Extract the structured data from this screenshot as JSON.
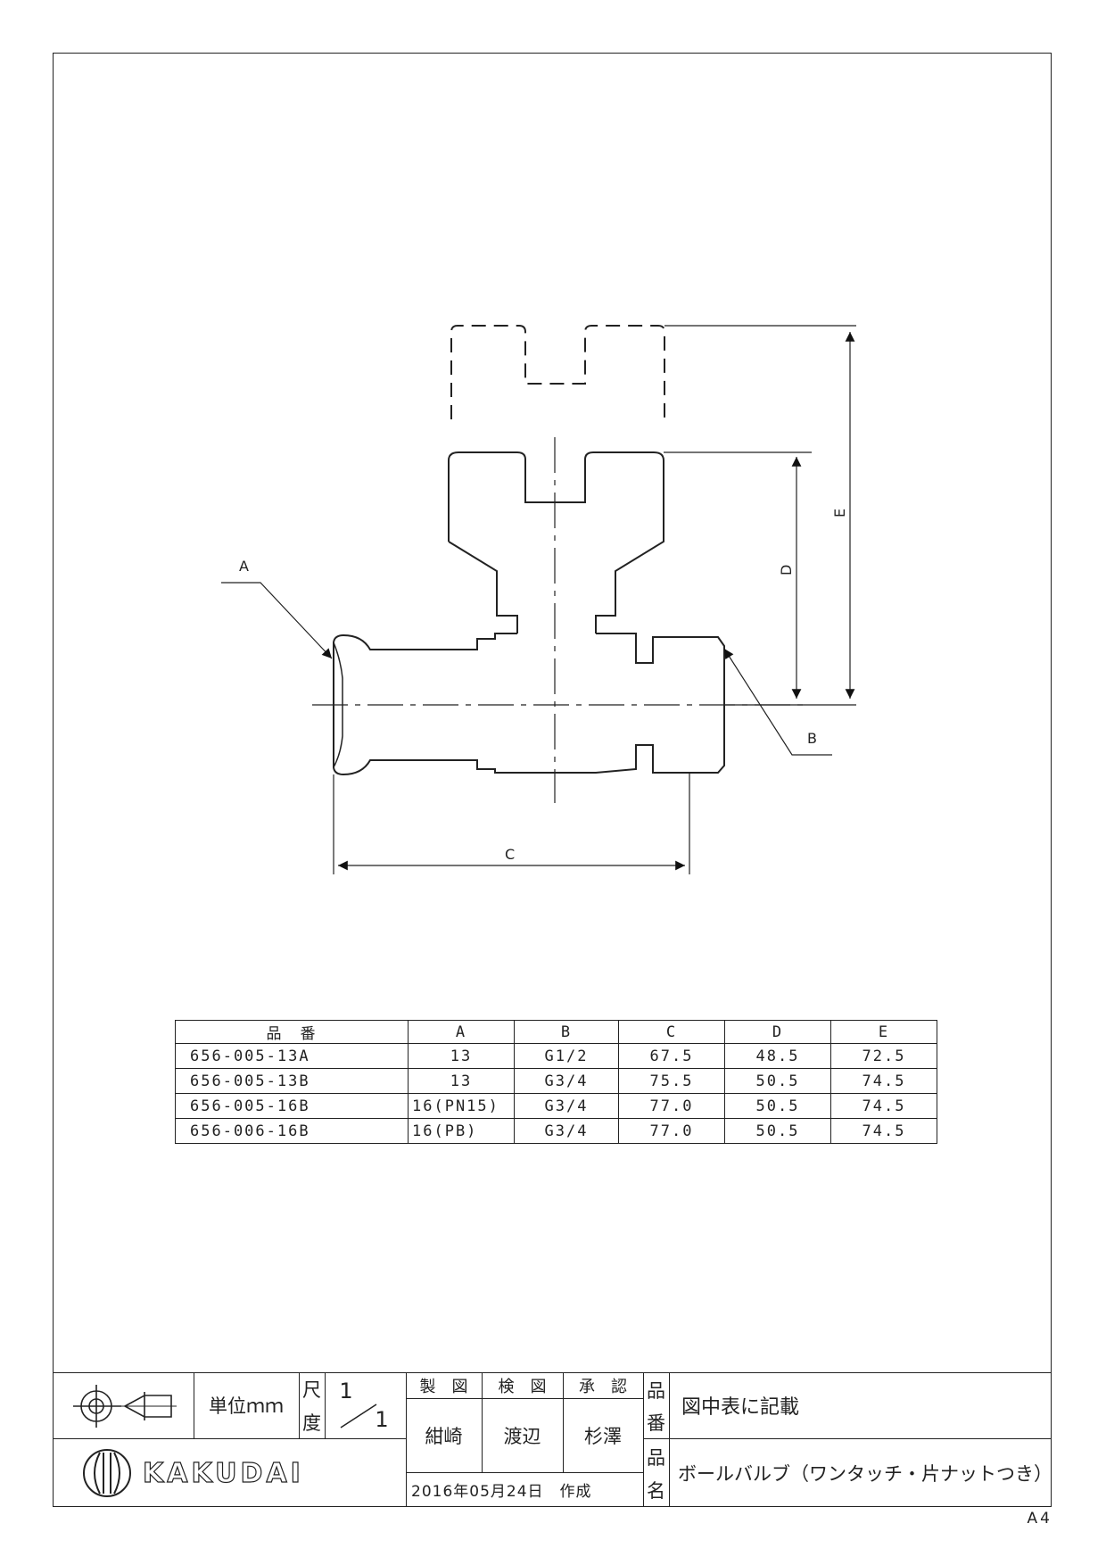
{
  "dimension_labels": {
    "a": "A",
    "b": "B",
    "c": "C",
    "d": "D",
    "e": "E"
  },
  "table": {
    "headers": [
      "品　番",
      "A",
      "B",
      "C",
      "D",
      "E"
    ],
    "rows": [
      [
        "656-005-13A",
        "13",
        "G1/2",
        "67.5",
        "48.5",
        "72.5"
      ],
      [
        "656-005-13B",
        "13",
        "G3/4",
        "75.5",
        "50.5",
        "74.5"
      ],
      [
        "656-005-16B",
        "16(PN15)",
        "G3/4",
        "77.0",
        "50.5",
        "74.5"
      ],
      [
        "656-006-16B",
        "16(PB)",
        "G3/4",
        "77.0",
        "50.5",
        "74.5"
      ]
    ]
  },
  "title_block": {
    "unit_label": "単位ｍｍ",
    "scale_label_top": "尺",
    "scale_label_bottom": "度",
    "scale_numerator": "1",
    "scale_denominator": "1",
    "drafted_label": "製　図",
    "checked_label": "検　図",
    "approved_label": "承　認",
    "drafted_by": "紺崎",
    "checked_by": "渡辺",
    "approved_by": "杉澤",
    "date_created": "2016年05月24日　作成",
    "part_number_label_top": "品",
    "part_number_label_bottom": "番",
    "part_number_value": "図中表に記載",
    "part_name_label_top": "品",
    "part_name_label_bottom": "名",
    "part_name_value": "ボールバルブ（ワンタッチ・片ナットつき）",
    "company": "KAKUDAI"
  },
  "paper_size": "A4"
}
